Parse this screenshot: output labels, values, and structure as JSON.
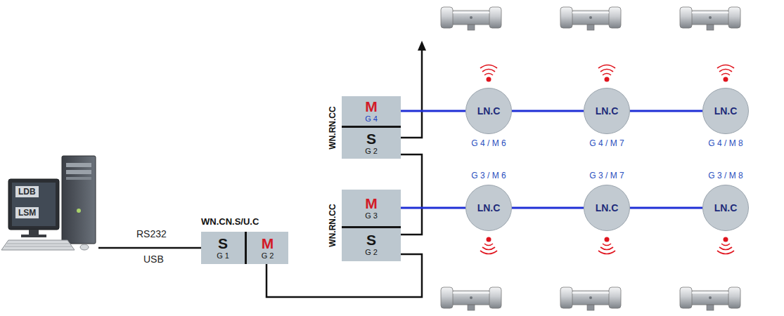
{
  "diagram": {
    "nodes": [
      {
        "text": [
          "LDB",
          "LSM"
        ]
      },
      {
        "text": [
          "WN.CN.S/U.C"
        ]
      },
      {
        "text": [
          "S",
          "G 1"
        ],
        "in": 1
      },
      {
        "text": [
          "M",
          "G 2"
        ],
        "in": 1
      },
      {
        "text": [
          "WN.RN.CC"
        ]
      },
      {
        "text": [
          "M",
          "G 4"
        ],
        "in": 4
      },
      {
        "text": [
          "S",
          "G 2"
        ],
        "in": 4
      },
      {
        "text": [
          "WN.RN.CC"
        ]
      },
      {
        "text": [
          "M",
          "G 3"
        ],
        "in": 7
      },
      {
        "text": [
          "S",
          "G 2"
        ],
        "in": 7
      },
      {
        "text": [
          "LN.C",
          "G 4 / M 6"
        ]
      },
      {
        "text": [
          "LN.C",
          "G 4 / M 7"
        ]
      },
      {
        "text": [
          "LN.C",
          "G 4 / M 8"
        ]
      },
      {
        "text": [
          "LN.C",
          "G 3 / M 6"
        ]
      },
      {
        "text": [
          "LN.C",
          "G 3 / M 7"
        ]
      },
      {
        "text": [
          "LN.C",
          "G 3 / M 8"
        ]
      }
    ],
    "edges": [
      {
        "from": 0,
        "to": 2,
        "arrow": "none"
      },
      {
        "from": 3,
        "to": 9,
        "arrow": "none"
      },
      {
        "from": 9,
        "to": 6,
        "arrow": "none"
      },
      {
        "from": 5,
        "to": 10,
        "arrow": "none"
      },
      {
        "from": 10,
        "to": 11,
        "arrow": "none"
      },
      {
        "from": 11,
        "to": 12,
        "arrow": "none"
      },
      {
        "from": 8,
        "to": 13,
        "arrow": "none"
      },
      {
        "from": 13,
        "to": 14,
        "arrow": "none"
      },
      {
        "from": 14,
        "to": 15,
        "arrow": "none"
      }
    ],
    "labels": [
      "RS232",
      "USB"
    ]
  }
}
